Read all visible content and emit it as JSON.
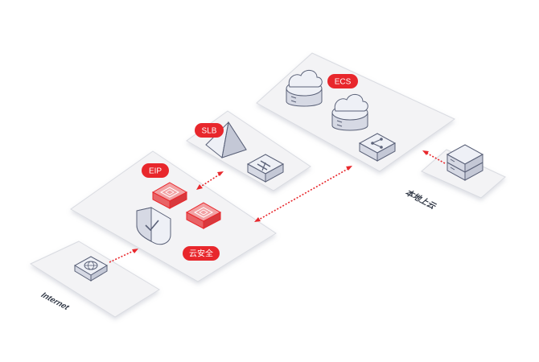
{
  "labels": {
    "ecs": "ECS",
    "slb": "SLB",
    "eip": "EIP",
    "cloud_security": "云安全",
    "internet": "Internet",
    "on_prem": "本地上云"
  },
  "icons": {
    "globe": "globe-icon",
    "shield": "shield-icon",
    "eip_chip": "chip-icon",
    "slb_prism": "prism-icon",
    "slb_switch": "network-switch-icon",
    "ecs_cloud": "cloud-server-icon",
    "ecs_router": "router-share-icon",
    "on_prem_server": "server-stack-icon"
  },
  "colors": {
    "accent": "#e8272c",
    "platform": "#f3f3f5",
    "platform_edge": "#d9dbe1",
    "icon_face": "#eef0f6",
    "icon_stroke": "#5a6178"
  }
}
